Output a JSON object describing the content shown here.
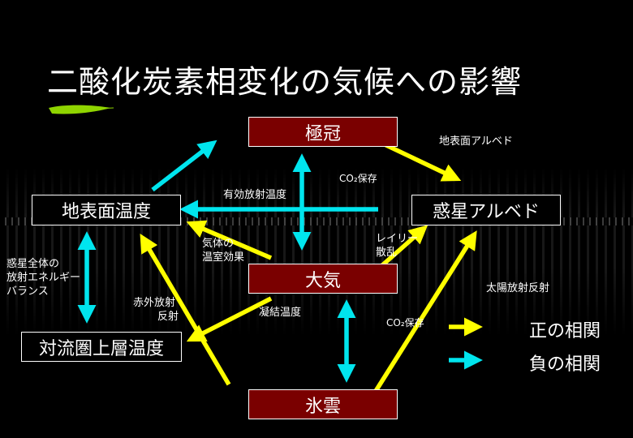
{
  "title": "二酸化炭素相変化の気候への影響",
  "nodes": {
    "polar_cap": "極冠",
    "surface_temp": "地表面温度",
    "planet_albedo": "惑星アルベド",
    "atmosphere": "大気",
    "troposphere_temp": "対流圏上層温度",
    "ice_cloud": "氷雲"
  },
  "labels": {
    "surface_albedo": "地表面アルベド",
    "co2_storage_top": "CO₂保存",
    "effective_radiation_temp": "有効放射温度",
    "greenhouse_line1": "気体の",
    "greenhouse_line2": "温室効果",
    "rayleigh_line1": "レイリー",
    "rayleigh_line2": "散乱",
    "energy_balance_line1": "惑星全体の",
    "energy_balance_line2": "放射エネルギー",
    "energy_balance_line3": "バランス",
    "infrared_line1": "赤外放射",
    "infrared_line2": "反射",
    "condensation_temp": "凝結温度",
    "co2_storage_bottom": "CO₂保存",
    "solar_reflection": "太陽放射反射"
  },
  "legend": {
    "positive": "正の相関",
    "negative": "負の相関"
  },
  "colors": {
    "positive": "#ffff00",
    "negative": "#00e5ee",
    "node_red": "#7a0000",
    "accent_brush": "#8fd400"
  }
}
